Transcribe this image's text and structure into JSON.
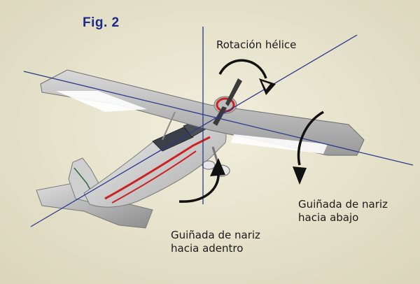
{
  "figure": {
    "title": "Fig. 2"
  },
  "labels": {
    "rotation": "Rotación hélice",
    "yaw_down_line1": "Guiñada de nariz",
    "yaw_down_line2": "hacia abajo",
    "yaw_in_line1": "Guiñada de nariz",
    "yaw_in_line2": "hacia adentro"
  },
  "colors": {
    "background": "#e8e4cf",
    "axis": "#2a3a8a",
    "arrow": "#111111",
    "stripe": "#cc2222",
    "title": "#1c2a8c"
  }
}
